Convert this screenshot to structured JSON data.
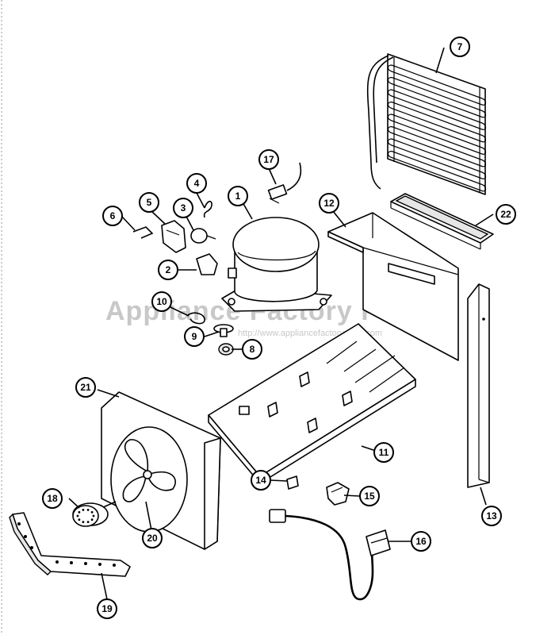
{
  "watermark": {
    "title": "Appliance Factory Parts",
    "url": "http://www.appliancefactoryparts.com"
  },
  "callouts": [
    {
      "label": "1",
      "name": "compressor"
    },
    {
      "label": "2",
      "name": "overload"
    },
    {
      "label": "3",
      "name": "relay"
    },
    {
      "label": "4",
      "name": "clip"
    },
    {
      "label": "5",
      "name": "cover"
    },
    {
      "label": "6",
      "name": "clip-spring"
    },
    {
      "label": "7",
      "name": "condenser"
    },
    {
      "label": "8",
      "name": "grommet"
    },
    {
      "label": "9",
      "name": "mounting-stud"
    },
    {
      "label": "10",
      "name": "clip-retainer"
    },
    {
      "label": "11",
      "name": "base-pan"
    },
    {
      "label": "12",
      "name": "bracket"
    },
    {
      "label": "13",
      "name": "side-rail"
    },
    {
      "label": "14",
      "name": "bumper"
    },
    {
      "label": "15",
      "name": "clamp"
    },
    {
      "label": "16",
      "name": "power-cord"
    },
    {
      "label": "17",
      "name": "capacitor"
    },
    {
      "label": "18",
      "name": "fan-motor"
    },
    {
      "label": "19",
      "name": "motor-bracket"
    },
    {
      "label": "20",
      "name": "fan-blade"
    },
    {
      "label": "21",
      "name": "fan-shroud"
    },
    {
      "label": "22",
      "name": "drain-trough"
    }
  ]
}
